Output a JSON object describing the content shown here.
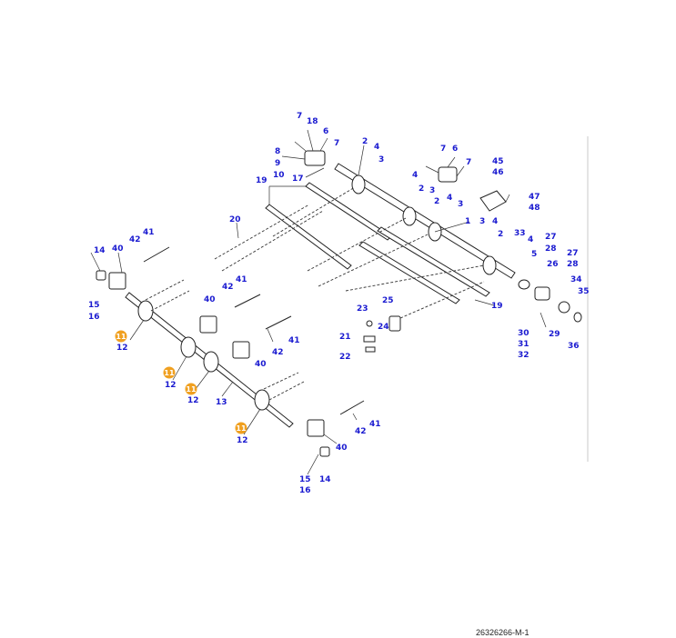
{
  "diagram": {
    "document_id": "26326266-M-1",
    "highlight_color": "#f0a020",
    "label_color": "#1a1ad0",
    "callouts": [
      {
        "text": "7"
      },
      {
        "text": "18"
      },
      {
        "text": "6"
      },
      {
        "text": "7"
      },
      {
        "text": "8"
      },
      {
        "text": "9"
      },
      {
        "text": "10"
      },
      {
        "text": "17"
      },
      {
        "text": "2"
      },
      {
        "text": "4"
      },
      {
        "text": "3"
      },
      {
        "text": "7"
      },
      {
        "text": "6"
      },
      {
        "text": "7"
      },
      {
        "text": "45"
      },
      {
        "text": "46"
      },
      {
        "text": "4"
      },
      {
        "text": "2"
      },
      {
        "text": "3"
      },
      {
        "text": "2"
      },
      {
        "text": "4"
      },
      {
        "text": "3"
      },
      {
        "text": "47"
      },
      {
        "text": "48"
      },
      {
        "text": "19"
      },
      {
        "text": "20"
      },
      {
        "text": "1"
      },
      {
        "text": "3"
      },
      {
        "text": "4"
      },
      {
        "text": "2"
      },
      {
        "text": "33"
      },
      {
        "text": "27"
      },
      {
        "text": "28"
      },
      {
        "text": "4"
      },
      {
        "text": "5"
      },
      {
        "text": "26"
      },
      {
        "text": "27"
      },
      {
        "text": "28"
      },
      {
        "text": "34"
      },
      {
        "text": "35"
      },
      {
        "text": "41"
      },
      {
        "text": "42"
      },
      {
        "text": "14"
      },
      {
        "text": "40"
      },
      {
        "text": "41"
      },
      {
        "text": "42"
      },
      {
        "text": "40"
      },
      {
        "text": "15"
      },
      {
        "text": "16"
      },
      {
        "text": "12"
      },
      {
        "text": "25"
      },
      {
        "text": "23"
      },
      {
        "text": "24"
      },
      {
        "text": "21"
      },
      {
        "text": "22"
      },
      {
        "text": "19"
      },
      {
        "text": "30"
      },
      {
        "text": "31"
      },
      {
        "text": "32"
      },
      {
        "text": "29"
      },
      {
        "text": "36"
      },
      {
        "text": "41"
      },
      {
        "text": "42"
      },
      {
        "text": "40"
      },
      {
        "text": "12"
      },
      {
        "text": "12"
      },
      {
        "text": "13"
      },
      {
        "text": "12"
      },
      {
        "text": "41"
      },
      {
        "text": "42"
      },
      {
        "text": "40"
      },
      {
        "text": "15"
      },
      {
        "text": "16"
      },
      {
        "text": "14"
      }
    ],
    "highlighted_callouts": [
      {
        "text": "11"
      },
      {
        "text": "11"
      },
      {
        "text": "11"
      },
      {
        "text": "11"
      }
    ]
  }
}
